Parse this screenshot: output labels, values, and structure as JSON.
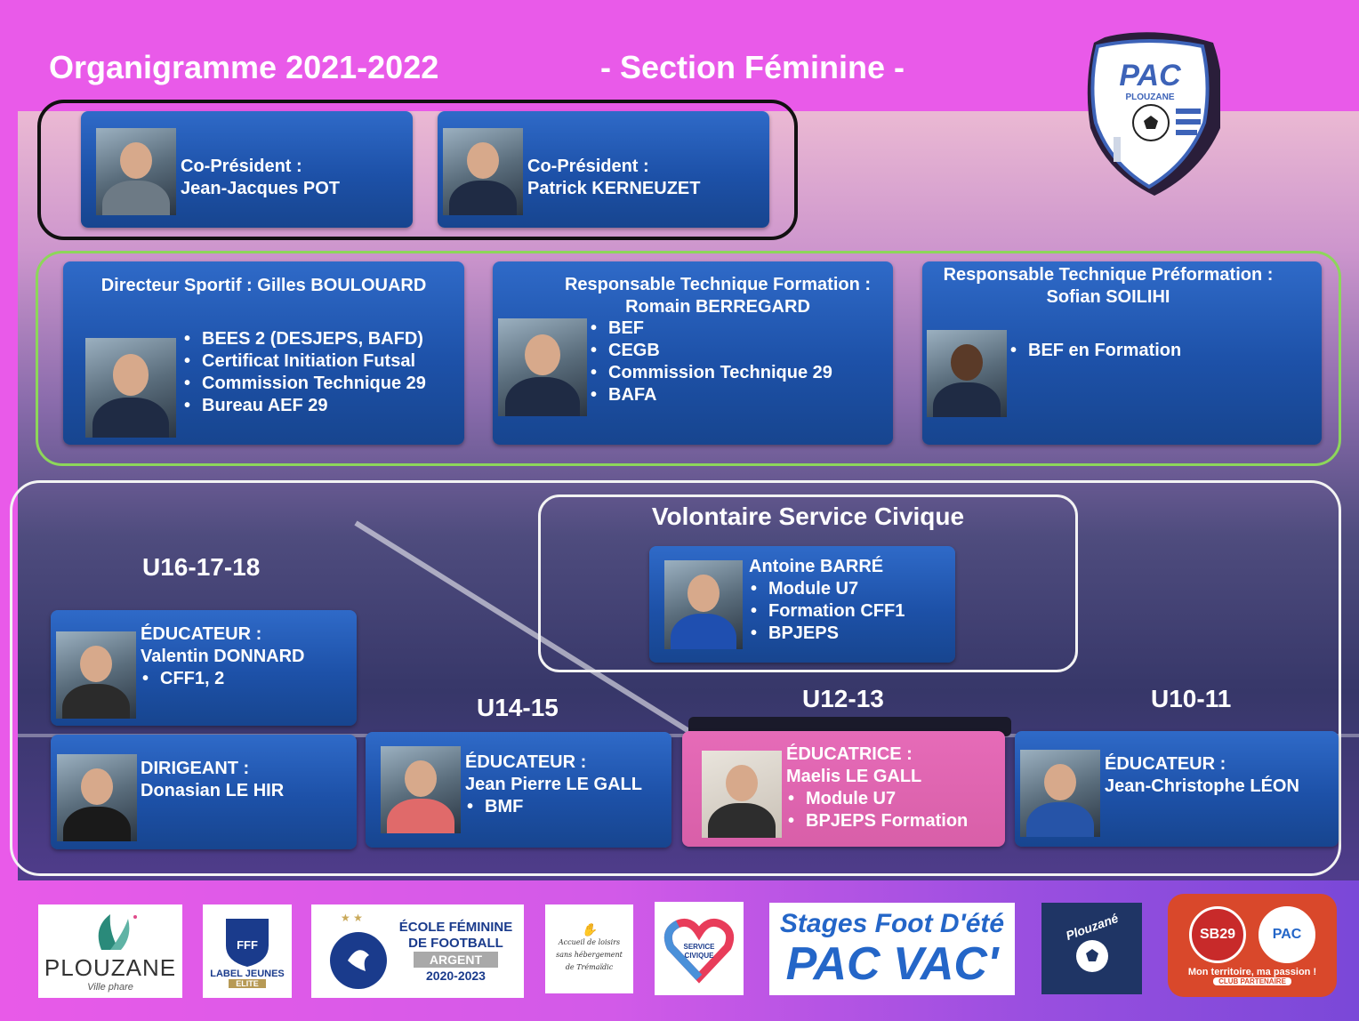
{
  "header": {
    "title": "Organigramme 2021-2022",
    "section": "- Section Féminine -"
  },
  "club_logo": {
    "name": "PAC",
    "town": "PLOUZANE"
  },
  "presidents": [
    {
      "role": "Co-Président :",
      "name": "Jean-Jacques POT"
    },
    {
      "role": "Co-Président :",
      "name": "Patrick KERNEUZET"
    }
  ],
  "technical": [
    {
      "title": "Directeur Sportif : Gilles BOULOUARD",
      "items": [
        "BEES 2 (DESJEPS, BAFD)",
        "Certificat Initiation Futsal",
        "Commission Technique 29",
        "Bureau AEF 29"
      ]
    },
    {
      "title_line1": "Responsable Technique Formation :",
      "title_line2": "Romain BERREGARD",
      "items": [
        "BEF",
        "CEGB",
        "Commission Technique 29",
        "BAFA"
      ]
    },
    {
      "title_line1": "Responsable Technique Préformation :",
      "title_line2": "Sofian SOILIHI",
      "items": [
        "BEF en Formation"
      ]
    }
  ],
  "service_civique": {
    "title": "Volontaire Service Civique",
    "name": "Antoine BARRÉ",
    "items": [
      "Module U7",
      "Formation CFF1",
      "BPJEPS"
    ]
  },
  "categories": {
    "u16": "U16-17-18",
    "u14": "U14-15",
    "u12": "U12-13",
    "u10": "U10-11"
  },
  "staff": {
    "u16_educ": {
      "role": "ÉDUCATEUR :",
      "name": "Valentin DONNARD",
      "items": [
        "CFF1, 2"
      ]
    },
    "u16_dir": {
      "role": "DIRIGEANT :",
      "name": "Donasian LE HIR"
    },
    "u14_educ": {
      "role": "ÉDUCATEUR :",
      "name": "Jean Pierre LE GALL",
      "items": [
        "BMF"
      ]
    },
    "u12_educ": {
      "role": "ÉDUCATRICE :",
      "name": "Maelis LE GALL",
      "items": [
        "Module U7",
        "BPJEPS Formation"
      ]
    },
    "u10_educ": {
      "role": "ÉDUCATEUR :",
      "name": "Jean-Christophe LÉON"
    }
  },
  "partners": {
    "plouzane": {
      "name": "PLOUZANE",
      "tagline": "Ville phare"
    },
    "fff_label": {
      "top": "FFF",
      "line1": "LABEL JEUNES",
      "line2": "ELITE"
    },
    "ecole": {
      "line1": "ÉCOLE FÉMININE",
      "line2": "DE FOOTBALL",
      "line3": "ARGENT",
      "line4": "2020-2023"
    },
    "accueil": {
      "line1": "Accueil de loisirs",
      "line2": "sans hébergement",
      "line3": "de Trémaïdic"
    },
    "service": {
      "line1": "SERVICE",
      "line2": "CIVIQUE"
    },
    "stages": {
      "line1": "Stages Foot D'été",
      "line2": "PAC VAC'"
    },
    "plouzane_sport": {
      "name": "Plouzané"
    },
    "sb29": {
      "badge": "SB29",
      "slogan": "Mon territoire, ma passion !",
      "sub": "CLUB PARTENAIRE"
    }
  },
  "colors": {
    "background": "#e95ae9",
    "card_blue": "#1d51a8",
    "card_pink": "#d85fa8",
    "frame_green": "#8dd65a"
  }
}
